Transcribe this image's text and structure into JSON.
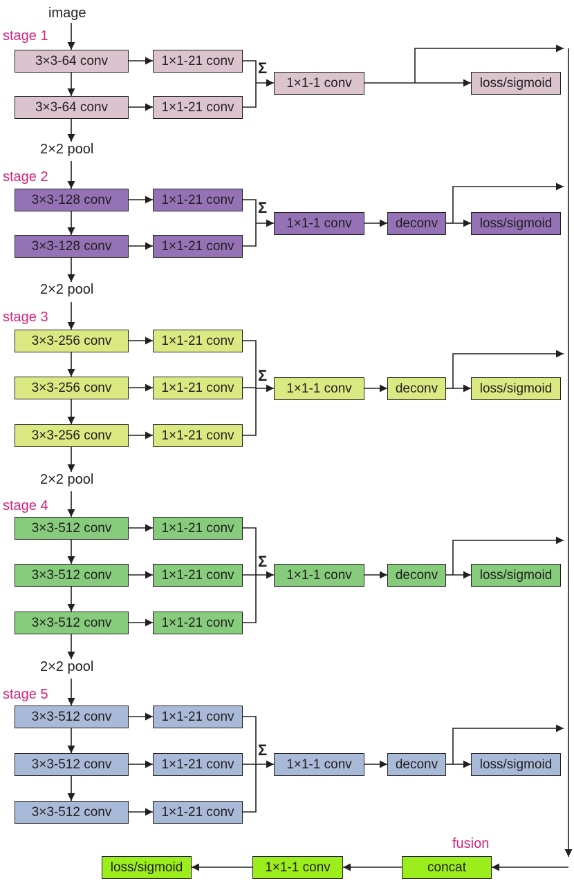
{
  "input_label": "image",
  "pool_label": "2×2 pool",
  "sigma": "Σ",
  "colors": {
    "s1": "#dcc4cf",
    "s2": "#9572b6",
    "s3": "#dbe982",
    "s4": "#86cc7c",
    "s5": "#a9bad8",
    "fusion": "#9bed1c",
    "line": "#231f20",
    "stage": "#d6247c"
  },
  "stages": [
    {
      "label": "stage 1",
      "convs": [
        "3×3-64 conv",
        "3×3-64 conv"
      ],
      "side": [
        "1×1-21 conv",
        "1×1-21 conv"
      ],
      "merge": "1×1-1 conv",
      "loss": "loss/sigmoid"
    },
    {
      "label": "stage 2",
      "convs": [
        "3×3-128 conv",
        "3×3-128 conv"
      ],
      "side": [
        "1×1-21 conv",
        "1×1-21 conv"
      ],
      "merge": "1×1-1 conv",
      "deconv": "deconv",
      "loss": "loss/sigmoid"
    },
    {
      "label": "stage 3",
      "convs": [
        "3×3-256 conv",
        "3×3-256 conv",
        "3×3-256 conv"
      ],
      "side": [
        "1×1-21 conv",
        "1×1-21 conv",
        "1×1-21 conv"
      ],
      "merge": "1×1-1 conv",
      "deconv": "deconv",
      "loss": "loss/sigmoid"
    },
    {
      "label": "stage 4",
      "convs": [
        "3×3-512 conv",
        "3×3-512 conv",
        "3×3-512 conv"
      ],
      "side": [
        "1×1-21 conv",
        "1×1-21 conv",
        "1×1-21 conv"
      ],
      "merge": "1×1-1 conv",
      "deconv": "deconv",
      "loss": "loss/sigmoid"
    },
    {
      "label": "stage 5",
      "convs": [
        "3×3-512 conv",
        "3×3-512 conv",
        "3×3-512 conv"
      ],
      "side": [
        "1×1-21 conv",
        "1×1-21 conv",
        "1×1-21 conv"
      ],
      "merge": "1×1-1 conv",
      "deconv": "deconv",
      "loss": "loss/sigmoid"
    }
  ],
  "fusion": {
    "label": "fusion",
    "concat": "concat",
    "conv": "1×1-1 conv",
    "loss": "loss/sigmoid"
  }
}
